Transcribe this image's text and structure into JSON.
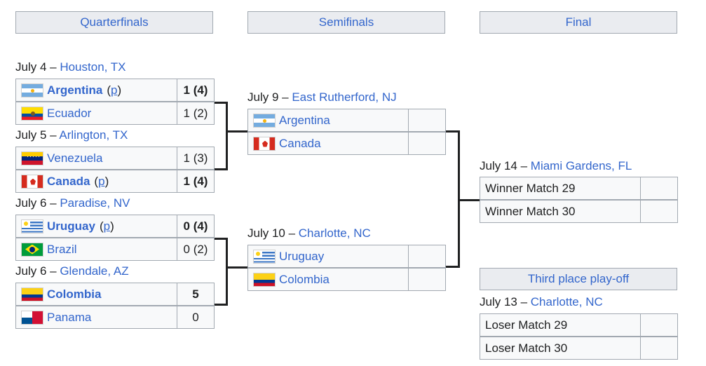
{
  "headers": {
    "quarterfinals": "Quarterfinals",
    "semifinals": "Semifinals",
    "final": "Final",
    "third_place": "Third place play-off"
  },
  "quarterfinals": [
    {
      "date": "July 4 –",
      "venue": "Houston, TX",
      "teams": [
        {
          "name": "Argentina",
          "flag": "argentina-flag",
          "pen_mark": "p",
          "score": "1 (4)"
        },
        {
          "name": "Ecuador",
          "flag": "ecuador-flag",
          "score": "1 (2)"
        }
      ]
    },
    {
      "date": "July 5 –",
      "venue": "Arlington, TX",
      "teams": [
        {
          "name": "Venezuela",
          "flag": "venezuela-flag",
          "score": "1 (3)"
        },
        {
          "name": "Canada",
          "flag": "canada-flag",
          "pen_mark": "p",
          "score": "1 (4)"
        }
      ]
    },
    {
      "date": "July 6 –",
      "venue": "Paradise, NV",
      "teams": [
        {
          "name": "Uruguay",
          "flag": "uruguay-flag",
          "pen_mark": "p",
          "score": "0 (4)"
        },
        {
          "name": "Brazil",
          "flag": "brazil-flag",
          "score": "0 (2)"
        }
      ]
    },
    {
      "date": "July 6 –",
      "venue": "Glendale, AZ",
      "teams": [
        {
          "name": "Colombia",
          "flag": "colombia-flag",
          "score": "5"
        },
        {
          "name": "Panama",
          "flag": "panama-flag",
          "score": "0"
        }
      ]
    }
  ],
  "semifinals": [
    {
      "date": "July 9 –",
      "venue": "East Rutherford, NJ",
      "teams": [
        {
          "name": "Argentina",
          "flag": "argentina-flag",
          "score": ""
        },
        {
          "name": "Canada",
          "flag": "canada-flag",
          "score": ""
        }
      ]
    },
    {
      "date": "July 10 –",
      "venue": "Charlotte, NC",
      "teams": [
        {
          "name": "Uruguay",
          "flag": "uruguay-flag",
          "score": ""
        },
        {
          "name": "Colombia",
          "flag": "colombia-flag",
          "score": ""
        }
      ]
    }
  ],
  "final": {
    "date": "July 14 –",
    "venue": "Miami Gardens, FL",
    "teams": [
      {
        "name": "Winner Match 29",
        "score": ""
      },
      {
        "name": "Winner Match 30",
        "score": ""
      }
    ]
  },
  "third_place": {
    "date": "July 13 –",
    "venue": "Charlotte, NC",
    "teams": [
      {
        "name": "Loser Match 29",
        "score": ""
      },
      {
        "name": "Loser Match 30",
        "score": ""
      }
    ]
  }
}
